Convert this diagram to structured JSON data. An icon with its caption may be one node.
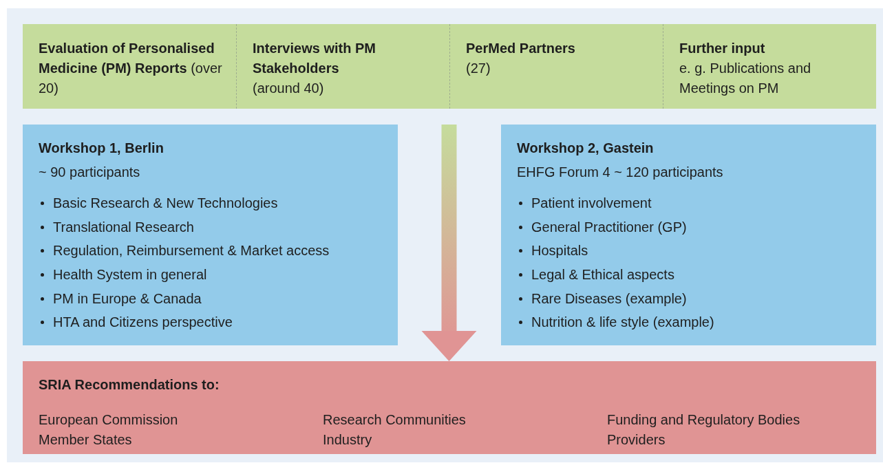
{
  "diagram": {
    "nodes": [
      {
        "text": [
          "**Evaluation of Personalised Medicine (PM) Reports** (over 20)"
        ]
      },
      {
        "text": [
          "Interviews with PM Stakeholders",
          "(around 40)"
        ]
      },
      {
        "text": [
          "PerMed Partners",
          "(27)"
        ]
      },
      {
        "text": [
          "Further input",
          "e. g. Publications and Meetings on PM"
        ]
      },
      {
        "text": [
          "Workshop 1, Berlin",
          "~ 90 participants",
          "Basic Research & New Technologies",
          "Translational Research",
          "Regulation, Reimbursement & Market access",
          "Health System in general",
          "PM in Europe & Canada",
          "HTA and Citizens perspective"
        ]
      },
      {
        "text": [
          "Workshop 2, Gastein",
          "EHFG Forum 4 ~ 120 participants",
          "Patient involvement",
          "General Practitioner (GP)",
          "Hospitals",
          "Legal & Ethical aspects",
          "Rare Diseases (example)",
          "Nutrition & life style (example)"
        ]
      },
      {
        "text": [
          "SRIA Recommendations to:",
          "European Commission",
          "Member States",
          "Research Communities",
          "Industry",
          "Funding and Regulatory Bodies",
          "Providers"
        ]
      }
    ],
    "edges": [
      {
        "from": null,
        "to": 6,
        "arrow": "to",
        "style": "thick"
      }
    ]
  }
}
